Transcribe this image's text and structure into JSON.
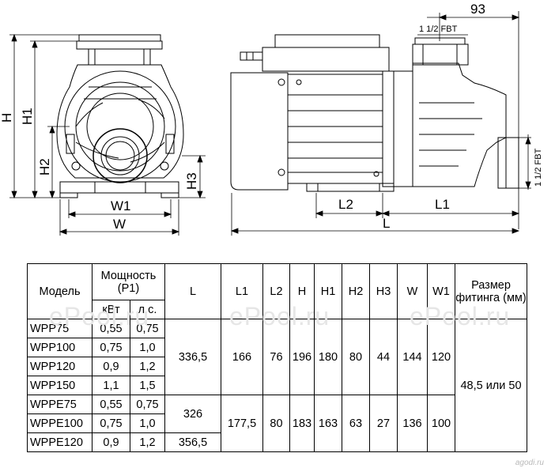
{
  "drawing": {
    "dim_93": "93",
    "fbt_top": "1 1/2 FBT",
    "fbt_side": "1 1/2 FBT",
    "label_H": "H",
    "label_H1": "H1",
    "label_H2": "H2",
    "label_H3": "H3",
    "label_W": "W",
    "label_W1": "W1",
    "label_L": "L",
    "label_L1": "L1",
    "label_L2": "L2"
  },
  "table": {
    "header": {
      "model": "Модель",
      "power": "Мощность (P1)",
      "kw": "кВт",
      "hp": "л.с.",
      "L": "L",
      "L1": "L1",
      "L2": "L2",
      "H": "H",
      "H1": "H1",
      "H2": "H2",
      "H3": "H3",
      "W": "W",
      "W1": "W1",
      "fitting": "Размер фитинга (мм)"
    },
    "rows": [
      {
        "model": "WPP75",
        "kw": "0,55",
        "hp": "0,75"
      },
      {
        "model": "WPP100",
        "kw": "0,75",
        "hp": "1,0"
      },
      {
        "model": "WPP120",
        "kw": "0,9",
        "hp": "1,2"
      },
      {
        "model": "WPP150",
        "kw": "1,1",
        "hp": "1,5"
      },
      {
        "model": "WPPE75",
        "kw": "0,55",
        "hp": "0,75"
      },
      {
        "model": "WPPE100",
        "kw": "0,75",
        "hp": "1,0"
      },
      {
        "model": "WPPE120",
        "kw": "0,9",
        "hp": "1,2"
      }
    ],
    "group_wpp": {
      "L": "336,5",
      "L1": "166",
      "L2": "76",
      "H": "196",
      "H1": "180",
      "H2": "80",
      "H3": "44",
      "W": "144",
      "W1": "120"
    },
    "group_wppe": {
      "L_a": "326",
      "L_b": "356,5",
      "L1": "177,5",
      "L2": "80",
      "H": "183",
      "H1": "163",
      "H2": "63",
      "H3": "27",
      "W": "136",
      "W1": "100"
    },
    "fitting_value": "48,5 или 50"
  },
  "watermark": [
    "ePool.ru",
    "ePool.ru",
    "ePool.ru"
  ],
  "site_mark": "agodi.ru"
}
